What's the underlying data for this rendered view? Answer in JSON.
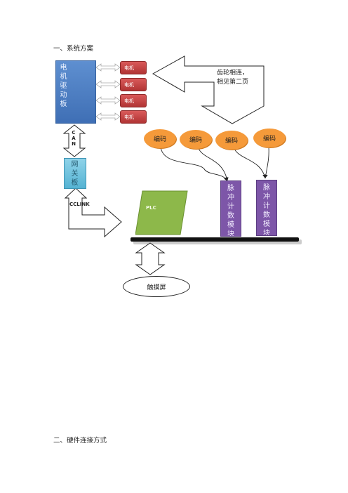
{
  "section1": {
    "title": "一、系统方案"
  },
  "section2": {
    "title": "二、硬件连接方式"
  },
  "diagram": {
    "driver_board": {
      "label": "电机驱动板"
    },
    "motors": [
      "电机",
      "电机",
      "电机",
      "电机"
    ],
    "gear_note": "齿轮相连，相见第二页",
    "can_label": "CAN",
    "gateway": {
      "label": "网关板"
    },
    "cclink_label": "CCLINK",
    "plc_label": "PLC",
    "encoders": [
      "编码",
      "编码",
      "编码",
      "编码"
    ],
    "counter_modules": [
      "脉冲计数模块",
      "脉冲计数模块"
    ],
    "touch_screen": "触摸屏"
  }
}
